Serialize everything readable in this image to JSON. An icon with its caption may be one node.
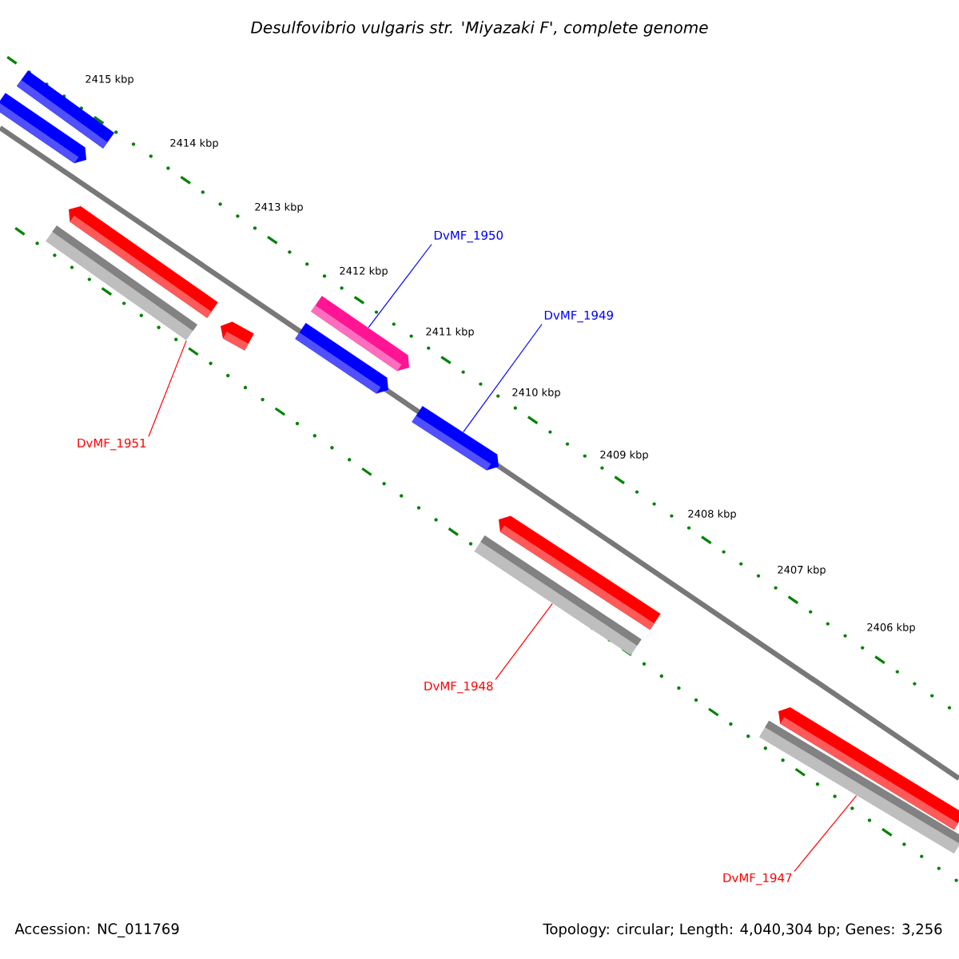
{
  "diagram": {
    "title": "Desulfovibrio vulgaris str. 'Miyazaki F', complete genome",
    "nodes": [
      {
        "text": [
          "DvMF_1950"
        ]
      },
      {
        "text": [
          "DvMF_1949"
        ]
      },
      {
        "text": [
          "DvMF_1951"
        ]
      },
      {
        "text": [
          "DvMF_1948"
        ]
      },
      {
        "text": [
          "DvMF_1947"
        ]
      },
      {
        "text": [],
        "shape": "bar"
      },
      {
        "text": [],
        "shape": "bar"
      },
      {
        "text": [],
        "shape": "bar"
      },
      {
        "text": [],
        "shape": "bar"
      },
      {
        "text": [],
        "shape": "bar"
      },
      {
        "text": [],
        "shape": "bar"
      },
      {
        "text": [],
        "shape": "bar"
      },
      {
        "text": [],
        "shape": "bar"
      },
      {
        "text": [],
        "shape": "bar"
      },
      {
        "text": [],
        "shape": "bar"
      },
      {
        "text": [],
        "shape": "bar"
      },
      {
        "text": [],
        "shape": "bar"
      }
    ],
    "edges": [
      {
        "from": 0,
        "to": 11,
        "arrow": "none",
        "color": "#0000ff"
      },
      {
        "from": 1,
        "to": 12,
        "arrow": "none",
        "color": "#0000ff"
      },
      {
        "from": 2,
        "to": 7,
        "arrow": "none"
      },
      {
        "from": 3,
        "to": 13,
        "arrow": "none"
      },
      {
        "from": 4,
        "to": 15,
        "arrow": "none"
      }
    ],
    "labels": [
      "2415 kbp",
      "2414 kbp",
      "2413 kbp",
      "2412 kbp",
      "2411 kbp",
      "2410 kbp",
      "2409 kbp",
      "2408 kbp",
      "2407 kbp",
      "2406 kbp",
      "Accession: NC_011769",
      "Topology: circular; Length: 4,040,304 bp; Genes: 3,256"
    ]
  }
}
